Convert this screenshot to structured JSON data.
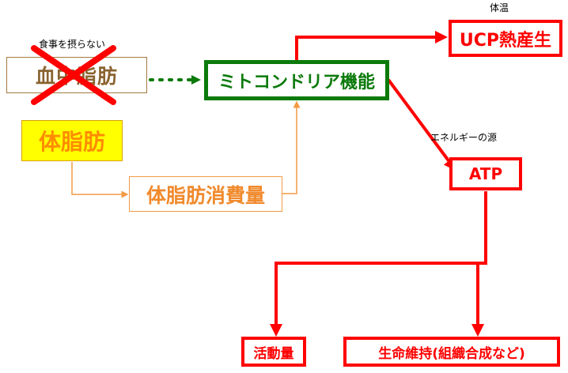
{
  "labels": {
    "no_meal": "食事を摂らない",
    "body_temp": "体温",
    "energy_source": "エネルギーの源"
  },
  "nodes": {
    "blood_fat": "血中脂肪",
    "body_fat": "体脂肪",
    "fat_consumption": "体脂肪消費量",
    "mitochondria": "ミトコンドリア機能",
    "ucp": "UCP熱産生",
    "atp": "ATP",
    "activity": "活動量",
    "life_support": "生命維持(組織合成など)"
  },
  "colors": {
    "red": "#ff0000",
    "green": "#0b7a0b",
    "orange": "#f08a2d",
    "brown": "#8a6330",
    "yellow": "#ffff00"
  }
}
